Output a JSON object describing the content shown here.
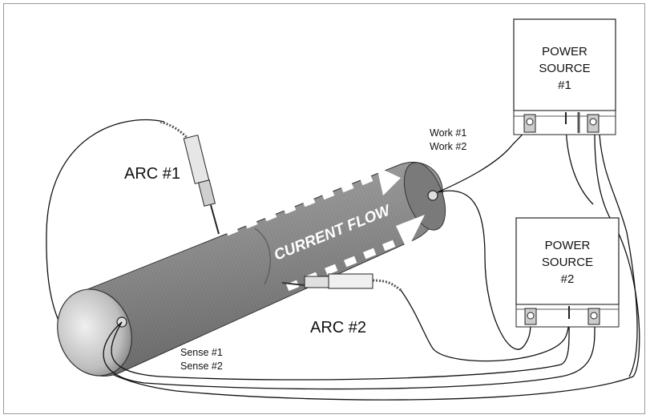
{
  "labels": {
    "power_source_1": [
      "POWER",
      "SOURCE",
      "#1"
    ],
    "power_source_2": [
      "POWER",
      "SOURCE",
      "#2"
    ],
    "arc_1": "ARC #1",
    "arc_2": "ARC #2",
    "work": [
      "Work #1",
      "Work #2"
    ],
    "sense": [
      "Sense #1",
      "Sense #2"
    ],
    "current_flow": "CURRENT FLOW"
  },
  "colors": {
    "pipe_fill": "#8c8c8c",
    "pipe_dark": "#5a5a5a",
    "cable": "#111111",
    "box_border": "#222222"
  }
}
